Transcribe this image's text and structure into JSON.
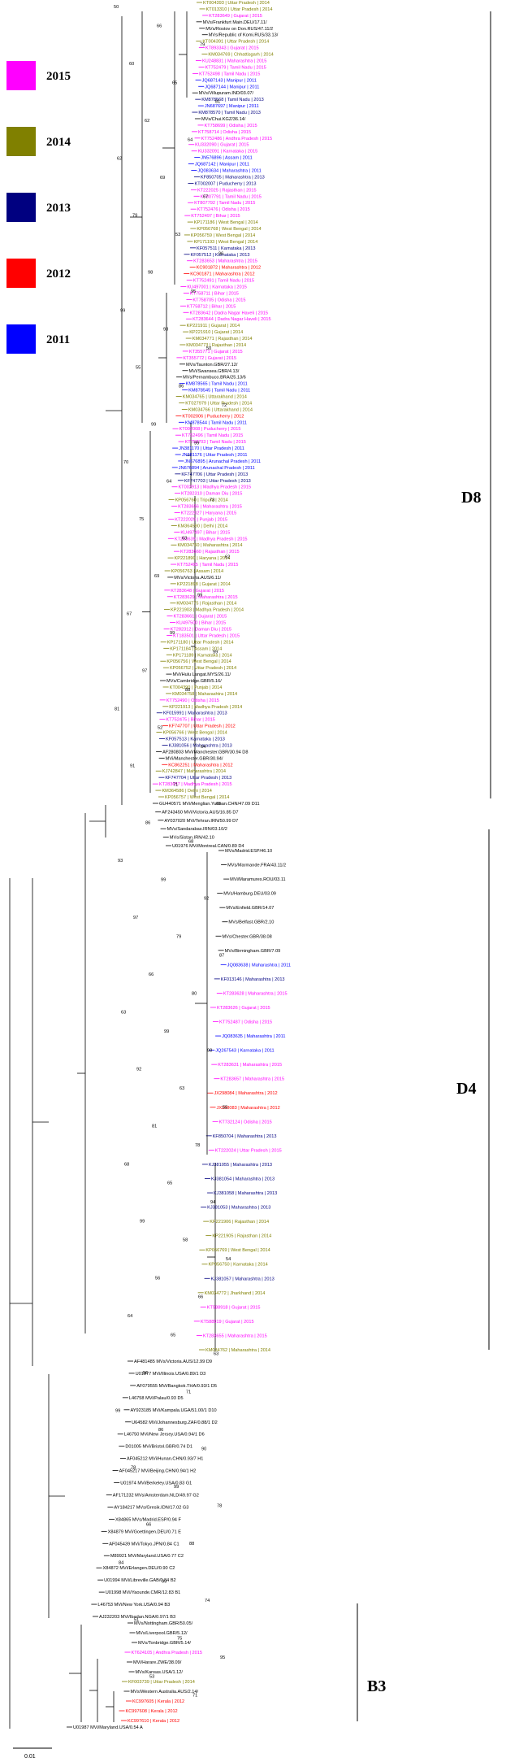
{
  "legend": [
    {
      "year": "2015",
      "color": "#ff00ff"
    },
    {
      "year": "2014",
      "color": "#808000"
    },
    {
      "year": "2013",
      "color": "#000080"
    },
    {
      "year": "2012",
      "color": "#ff0000"
    },
    {
      "year": "2011",
      "color": "#0000ff"
    }
  ],
  "colors": {
    "ref": "#000000",
    "y2015": "#ff00ff",
    "y2014": "#808000",
    "y2013": "#000080",
    "y2012": "#ff0000",
    "y2011": "#0000ff",
    "branch": "#000000"
  },
  "clade_labels": {
    "d8": "D8",
    "d4": "D4",
    "b3": "B3"
  },
  "scale_bar": "0.01",
  "leaves_d8": [
    {
      "t": "KT004393 | Uttar Pradesh | 2014",
      "c": "y2014"
    },
    {
      "t": "KT013310 | Uttar Pradesh | 2014",
      "c": "y2014"
    },
    {
      "t": "KT283649 | Gujarat | 2015",
      "c": "y2015"
    },
    {
      "t": "MVs/Frankfurt Main.DEU/17.11/",
      "c": "ref"
    },
    {
      "t": "MVs/Rostov on Don.RUS/47.11/2",
      "c": "ref"
    },
    {
      "t": "MVs/Republic of Komi.RUS/33.13/",
      "c": "ref"
    },
    {
      "t": "KT004391 | Uttar Pradesh | 2014",
      "c": "y2014"
    },
    {
      "t": "KT893343 | Gujarat | 2015",
      "c": "y2015"
    },
    {
      "t": "KM034769 | Chhattisgarh | 2014",
      "c": "y2014"
    },
    {
      "t": "KU248831 | Maharashtra | 2015",
      "c": "y2015"
    },
    {
      "t": "KT752479 | Tamil Nadu | 2015",
      "c": "y2015"
    },
    {
      "t": "KT752498 | Tamil Nadu | 2015",
      "c": "y2015"
    },
    {
      "t": "JQ687143 | Manipur | 2011",
      "c": "y2011"
    },
    {
      "t": "JQ687144 | Manipur | 2011",
      "c": "y2011"
    },
    {
      "t": "MVs/Villupuram.IND/03.07/",
      "c": "ref"
    },
    {
      "t": "KM878568 | Tamil Nadu | 2013",
      "c": "y2013"
    },
    {
      "t": "JN687697 | Manipur | 2011",
      "c": "y2011"
    },
    {
      "t": "KM878570 | Tamil Nadu | 2013",
      "c": "y2013"
    },
    {
      "t": "MVs/Chui.KGZ/36.14/",
      "c": "ref"
    },
    {
      "t": "KT758699 | Odisha | 2015",
      "c": "y2015"
    },
    {
      "t": "KT758714 | Odisha | 2015",
      "c": "y2015"
    },
    {
      "t": "KT752486 | Andhra Pradesh | 2015",
      "c": "y2015"
    },
    {
      "t": "KU332090 | Gujarat | 2015",
      "c": "y2015"
    },
    {
      "t": "KU332091 | Karnataka | 2015",
      "c": "y2015"
    },
    {
      "t": "JN576896 | Assam | 2011",
      "c": "y2011"
    },
    {
      "t": "JQ687142 | Manipur | 2011",
      "c": "y2011"
    },
    {
      "t": "JQ083634 | Maharashtra | 2011",
      "c": "y2011"
    },
    {
      "t": "KF850705 | Maharashtra | 2013",
      "c": "y2013"
    },
    {
      "t": "KT002007 | Puducherry | 2013",
      "c": "y2013"
    },
    {
      "t": "KT222025 | Rajasthan | 2015",
      "c": "y2015"
    },
    {
      "t": "KT807791 | Tamil Nadu | 2015",
      "c": "y2015"
    },
    {
      "t": "KT807792 | Tamil Nadu | 2015",
      "c": "y2015"
    },
    {
      "t": "KT752476 | Odisha | 2015",
      "c": "y2015"
    },
    {
      "t": "KT752497 | Bihar | 2015",
      "c": "y2015"
    },
    {
      "t": "KP171186 | West Bengal | 2014",
      "c": "y2014"
    },
    {
      "t": "KP056768 | West Bengal | 2014",
      "c": "y2014"
    },
    {
      "t": "KP056759 | West Bengal | 2014",
      "c": "y2014"
    },
    {
      "t": "KP171193 | West Bengal | 2014",
      "c": "y2014"
    },
    {
      "t": "KF057511 | Karnataka | 2013",
      "c": "y2013"
    },
    {
      "t": "KF057512 | Karnataka | 2013",
      "c": "y2013"
    },
    {
      "t": "KT283653 | Maharashtra | 2015",
      "c": "y2015"
    },
    {
      "t": "KC901872 | Maharashtra | 2012",
      "c": "y2012"
    },
    {
      "t": "KC901871 | Maharashtra | 2012",
      "c": "y2012"
    },
    {
      "t": "KT752491 | Tamil Nadu | 2015",
      "c": "y2015"
    },
    {
      "t": "KU497001 | Karnataka | 2015",
      "c": "y2015"
    },
    {
      "t": "KT758711 | Bihar | 2015",
      "c": "y2015"
    },
    {
      "t": "KT758705 | Odisha | 2015",
      "c": "y2015"
    },
    {
      "t": "KT758712 | Bihar | 2015",
      "c": "y2015"
    },
    {
      "t": "KT283642 | Dadra Nagar Haveli | 2015",
      "c": "y2015"
    },
    {
      "t": "KT283644 | Dadra Nagar Haveli | 2015",
      "c": "y2015"
    },
    {
      "t": "KP221911 | Gujarat | 2014",
      "c": "y2014"
    },
    {
      "t": "KP221910 | Gujarat | 2014",
      "c": "y2014"
    },
    {
      "t": "KM034771 | Rajasthan | 2014",
      "c": "y2014"
    },
    {
      "t": "KM034773 | Rajasthan | 2014",
      "c": "y2014"
    },
    {
      "t": "KT355771 | Gujarat | 2015",
      "c": "y2015"
    },
    {
      "t": "KT355772 | Gujarat | 2015",
      "c": "y2015"
    },
    {
      "t": "MVs/Taunton.GBR/27.12/",
      "c": "ref"
    },
    {
      "t": "MVi/Swansea.GBR/4.13/",
      "c": "ref"
    },
    {
      "t": "MVs/Pernambuco.BRA/25.13/6",
      "c": "ref"
    },
    {
      "t": "KM878565 | Tamil Nadu | 2011",
      "c": "y2011"
    },
    {
      "t": "KM878545 | Tamil Nadu | 2011",
      "c": "y2011"
    },
    {
      "t": "KM034765 | Uttarakhand | 2014",
      "c": "y2014"
    },
    {
      "t": "KT027979 | Uttar Pradesh | 2014",
      "c": "y2014"
    },
    {
      "t": "KM034766 | Uttarakhand | 2014",
      "c": "y2014"
    },
    {
      "t": "KT002006 | Puducherry | 2012",
      "c": "y2012"
    },
    {
      "t": "KM878544 | Tamil Nadu | 2011",
      "c": "y2011"
    },
    {
      "t": "KT002008 | Puducherry | 2015",
      "c": "y2015"
    },
    {
      "t": "KT752496 | Tamil Nadu | 2015",
      "c": "y2015"
    },
    {
      "t": "KT758703 | Tamil Nadu | 2015",
      "c": "y2015"
    },
    {
      "t": "JN381170 | Uttar Pradesh | 2011",
      "c": "y2011"
    },
    {
      "t": "JN381176 | Uttar Pradesh | 2011",
      "c": "y2011"
    },
    {
      "t": "JN676895 | Arunachal Pradesh | 2011",
      "c": "y2011"
    },
    {
      "t": "JN676894 | Arunachal Pradesh | 2011",
      "c": "y2011"
    },
    {
      "t": "KF747706 | Uttar Pradesh | 2013",
      "c": "y2013"
    },
    {
      "t": "KF747703 | Uttar Pradesh | 2013",
      "c": "y2013"
    },
    {
      "t": "KT002913 | Madhya Pradesh | 2015",
      "c": "y2015"
    },
    {
      "t": "KT282310 | Daman Diu | 2015",
      "c": "y2015"
    },
    {
      "t": "KP056760 | Tripura | 2014",
      "c": "y2014"
    },
    {
      "t": "KT283656 | Maharashtra | 2015",
      "c": "y2015"
    },
    {
      "t": "KT222027 | Haryana | 2015",
      "c": "y2015"
    },
    {
      "t": "KT222029 | Punjab | 2015",
      "c": "y2015"
    },
    {
      "t": "KM364590 | Delhi | 2014",
      "c": "y2014"
    },
    {
      "t": "KU497497 | Bihar | 2015",
      "c": "y2015"
    },
    {
      "t": "KT283639 | Madhya Pradesh | 2015",
      "c": "y2015"
    },
    {
      "t": "KM034760 | Maharashtra | 2014",
      "c": "y2014"
    },
    {
      "t": "KT283660 | Rajasthan | 2015",
      "c": "y2015"
    },
    {
      "t": "KP221890 | Haryana | 2014",
      "c": "y2014"
    },
    {
      "t": "KT752495 | Tamil Nadu | 2015",
      "c": "y2015"
    },
    {
      "t": "KP056763 | Assam | 2014",
      "c": "y2014"
    },
    {
      "t": "MVs/Victoria.AUS/6.11/",
      "c": "ref"
    },
    {
      "t": "KP221898 | Gujarat | 2014",
      "c": "y2014"
    },
    {
      "t": "KT283648 | Gujarat | 2015",
      "c": "y2015"
    },
    {
      "t": "KT283629 | Maharashtra | 2015",
      "c": "y2015"
    },
    {
      "t": "KM034775 | Rajasthan | 2014",
      "c": "y2014"
    },
    {
      "t": "KP221903 | Madhya Pradesh | 2014",
      "c": "y2014"
    },
    {
      "t": "KT283661 | Gujarat | 2015",
      "c": "y2015"
    },
    {
      "t": "KU497500 | Bihar | 2015",
      "c": "y2015"
    },
    {
      "t": "KT282312 | Daman Diu | 2015",
      "c": "y2015"
    },
    {
      "t": "KT183501 | Uttar Pradesh | 2015",
      "c": "y2015"
    },
    {
      "t": "KP171180 | Uttar Pradesh | 2014",
      "c": "y2014"
    },
    {
      "t": "KP171184 | Assam | 2014",
      "c": "y2014"
    },
    {
      "t": "KP171189 | Karnataka | 2014",
      "c": "y2014"
    },
    {
      "t": "KP056756 | West Bengal | 2014",
      "c": "y2014"
    },
    {
      "t": "KP056752 | Uttar Pradesh | 2014",
      "c": "y2014"
    },
    {
      "t": "MVi/Hulu Langat.MYS/26.11/",
      "c": "ref"
    },
    {
      "t": "MVs/Cambridge.GBR/5.16/",
      "c": "ref"
    },
    {
      "t": "KT004390 | Punjab | 2014",
      "c": "y2014"
    },
    {
      "t": "KM034758 | Maharashtra | 2014",
      "c": "y2014"
    },
    {
      "t": "KT752490 | Odisha | 2015",
      "c": "y2015"
    },
    {
      "t": "KP221913 | Madhya Pradesh | 2014",
      "c": "y2014"
    },
    {
      "t": "KF015991 | Maharashtra | 2013",
      "c": "y2013"
    },
    {
      "t": "KT752475 | Bihar | 2015",
      "c": "y2015"
    },
    {
      "t": "KF747707 | Uttar Pradesh | 2012",
      "c": "y2012"
    },
    {
      "t": "KP056766 | West Bengal | 2014",
      "c": "y2014"
    },
    {
      "t": "KF057513 | Karnataka | 2013",
      "c": "y2013"
    },
    {
      "t": "KJ381056 | Maharashtra | 2013",
      "c": "y2013"
    },
    {
      "t": "AF280803 MVi/Manchester.GBR/30.94 D8",
      "c": "ref"
    },
    {
      "t": "MVi/Manchester.GBR/30.94/",
      "c": "ref"
    },
    {
      "t": "KC862251 | Maharashtra | 2012",
      "c": "y2012"
    },
    {
      "t": "KJ742847 | Maharashtra | 2014",
      "c": "y2014"
    },
    {
      "t": "KF747704 | Uttar Pradesh | 2013",
      "c": "y2013"
    },
    {
      "t": "KT283657 | Madhya Pradesh | 2015",
      "c": "y2015"
    },
    {
      "t": "KM364586 | Delhi | 2014",
      "c": "y2014"
    },
    {
      "t": "KP056757 | West Bengal | 2014",
      "c": "y2014"
    }
  ],
  "leaves_mid": [
    {
      "t": "GU440571 MVi/Menglian.Yunnan.CHN/47.09 D11",
      "c": "ref"
    },
    {
      "t": "AF243450 MVi/Victoria.AUS/16.85 D7",
      "c": "ref"
    },
    {
      "t": "AY037020 MVi/Tehran.IRN/50.99 D7",
      "c": "ref"
    },
    {
      "t": "MVs/Sandarabas.IRN/03.10/2",
      "c": "ref"
    },
    {
      "t": "MVs/Sistan.IRN/42.10",
      "c": "ref"
    },
    {
      "t": "U01976 MVi/Montreal.CAN/0.89 D4",
      "c": "ref"
    }
  ],
  "leaves_d4": [
    {
      "t": "MVs/Madrid.ESP/46.10",
      "c": "ref"
    },
    {
      "t": "MVs/Marmande.FRA/43.11/2",
      "c": "ref"
    },
    {
      "t": "MVi/Maramures.ROU/03.11",
      "c": "ref"
    },
    {
      "t": "MVs/Hamburg.DEU/03.09",
      "c": "ref"
    },
    {
      "t": "MVs/Enfield.GBR/14.07",
      "c": "ref"
    },
    {
      "t": "MVs/Belfast.GBR/2.10",
      "c": "ref"
    },
    {
      "t": "MVs/Chester.GBR/38.08",
      "c": "ref"
    },
    {
      "t": "MVs/Birmingham.GBR/7.09",
      "c": "ref"
    },
    {
      "t": "JQ083638 | Maharashtra | 2011",
      "c": "y2011"
    },
    {
      "t": "KF013146 | Maharashtra | 2013",
      "c": "y2013"
    },
    {
      "t": "KT283628 | Maharashtra | 2015",
      "c": "y2015"
    },
    {
      "t": "KT283626 | Gujarat | 2015",
      "c": "y2015"
    },
    {
      "t": "KT752487 | Odisha | 2015",
      "c": "y2015"
    },
    {
      "t": "JQ083635 | Maharashtra | 2011",
      "c": "y2011"
    },
    {
      "t": "JQ267543 | Karnataka | 2011",
      "c": "y2011"
    },
    {
      "t": "KT283631 | Maharashtra | 2015",
      "c": "y2015"
    },
    {
      "t": "KT283657 | Maharashtra | 2015",
      "c": "y2015"
    },
    {
      "t": "JX298084 | Maharashtra | 2012",
      "c": "y2012"
    },
    {
      "t": "JX298083 | Maharashtra | 2012",
      "c": "y2012"
    },
    {
      "t": "KT732124 | Odisha | 2015",
      "c": "y2015"
    },
    {
      "t": "KF850704 | Maharashtra | 2013",
      "c": "y2013"
    },
    {
      "t": "KT222024 | Uttar Pradesh | 2015",
      "c": "y2015"
    },
    {
      "t": "KJ381055 | Maharashtra | 2013",
      "c": "y2013"
    },
    {
      "t": "KJ381054 | Maharashtra | 2013",
      "c": "y2013"
    },
    {
      "t": "KJ381058 | Maharashtra | 2013",
      "c": "y2013"
    },
    {
      "t": "KJ381053 | Maharashtra | 2013",
      "c": "y2013"
    },
    {
      "t": "KP221906 | Rajasthan | 2014",
      "c": "y2014"
    },
    {
      "t": "KP221905 | Rajasthan | 2014",
      "c": "y2014"
    },
    {
      "t": "KP056769 | West Bengal | 2014",
      "c": "y2014"
    },
    {
      "t": "KP056750 | Karnataka | 2014",
      "c": "y2014"
    },
    {
      "t": "KJ381057 | Maharashtra | 2013",
      "c": "y2013"
    },
    {
      "t": "KM034772 | Jharkhand | 2014",
      "c": "y2014"
    },
    {
      "t": "KT588918 | Gujarat | 2015",
      "c": "y2015"
    },
    {
      "t": "KT588919 | Gujarat | 2015",
      "c": "y2015"
    },
    {
      "t": "KT283655 | Maharashtra | 2015",
      "c": "y2015"
    },
    {
      "t": "KM034762 | Maharashtra | 2014",
      "c": "y2014"
    }
  ],
  "leaves_other": [
    {
      "t": "AF481485 MVs/Victoria.AUS/12.99 D9",
      "c": "ref"
    },
    {
      "t": "U01977 MVi/Illinois.USA/0.89/1 D3",
      "c": "ref"
    },
    {
      "t": "AF079555 MVi/Bangkok.THA/0.93/1 D5",
      "c": "ref"
    },
    {
      "t": "L46758 MVi/Palau/0.93 D5",
      "c": "ref"
    },
    {
      "t": "AY923185 MVi/Kampala.UGA/51.00/1 D10",
      "c": "ref"
    },
    {
      "t": "U64582 MVi/Johannesburg.ZAF/0.88/1 D2",
      "c": "ref"
    },
    {
      "t": "L46750 MVi/New Jersey.USA/0.94/1 D6",
      "c": "ref"
    },
    {
      "t": "D01005 MVi/Bristol.GBR/0.74 D1",
      "c": "ref"
    },
    {
      "t": "AF045212 MVi/Hunan.CHN/0.93/7 H1",
      "c": "ref"
    },
    {
      "t": "AF045217 MVi/Beijing.CHN/0.94/1 H2",
      "c": "ref"
    },
    {
      "t": "U01974 MVi/Berkeley.USA/0.83 G1",
      "c": "ref"
    },
    {
      "t": "AF171232 MVs/Amsterdam.NLD/49.97 G2",
      "c": "ref"
    },
    {
      "t": "AY184217 MVs/Gresik.IDN/17.02 G3",
      "c": "ref"
    },
    {
      "t": "X84865 MVs/Madrid.ESP/0.94 F",
      "c": "ref"
    },
    {
      "t": "X84879 MVi/Goettingen.DEU/0.71 E",
      "c": "ref"
    },
    {
      "t": "AF045439 MVi/Tokyo.JPN/0.84 C1",
      "c": "ref"
    },
    {
      "t": "M89921 MVi/Maryland.USA/0.77 C2",
      "c": "ref"
    },
    {
      "t": "X84872 MVi/Erlangen.DEU/0.90 C2",
      "c": "ref"
    },
    {
      "t": "U01994 MVi/Libreville.GAB/0.84 B2",
      "c": "ref"
    },
    {
      "t": "U01998 MVi/Yaounde.CMR/12.83 B1",
      "c": "ref"
    },
    {
      "t": "L46753 MVi/New York.USA/0.94 B3",
      "c": "ref"
    },
    {
      "t": "AJ232203 MVi/Ibadan.NGA/0.97/1 B3",
      "c": "ref"
    }
  ],
  "leaves_b3": [
    {
      "t": "MVs/Nottingham.GBR/50.05/",
      "c": "ref"
    },
    {
      "t": "MVs/Liverpool.GBR/5.12/",
      "c": "ref"
    },
    {
      "t": "MVs/Tonbridge.GBR/5.14/",
      "c": "ref"
    },
    {
      "t": "KT624105 | Andhra Pradesh | 2015",
      "c": "y2015"
    },
    {
      "t": "MVi/Harare.ZWE/38.09/",
      "c": "ref"
    },
    {
      "t": "MVs/Kansas.USA/1.12/",
      "c": "ref"
    },
    {
      "t": "KF003739 | Uttar Pradesh | 2014",
      "c": "y2014"
    },
    {
      "t": "MVs/Western Australia.AUS/2.14/",
      "c": "ref"
    },
    {
      "t": "KC997605 | Kerala | 2012",
      "c": "y2012"
    },
    {
      "t": "KC997608 | Kerala | 2012",
      "c": "y2012"
    },
    {
      "t": "KC997610 | Kerala | 2012",
      "c": "y2012"
    }
  ],
  "leaves_tail": [
    {
      "t": "U01987 MVi/Maryland.USA/0.54 A",
      "c": "ref"
    }
  ],
  "bootstraps": [
    "50",
    "66",
    "79",
    "60",
    "65",
    "81",
    "62",
    "64",
    "62",
    "69",
    "67",
    "79",
    "53",
    "96",
    "98",
    "95",
    "99",
    "98",
    "50",
    "55",
    "86",
    "72",
    "99",
    "99",
    "70",
    "64",
    "73",
    "75",
    "63",
    "62",
    "69",
    "99",
    "67",
    "99",
    "99",
    "97",
    "88",
    "81",
    "52",
    "64",
    "91",
    "71",
    "65",
    "86",
    "68",
    "93",
    "99",
    "92",
    "97",
    "79",
    "87",
    "66",
    "80",
    "63",
    "99",
    "98",
    "92",
    "63",
    "55",
    "81",
    "78",
    "68",
    "65",
    "94",
    "99",
    "58",
    "54",
    "56",
    "66",
    "64",
    "65",
    "63",
    "56",
    "71",
    "99",
    "86",
    "90",
    "78",
    "99",
    "78",
    "66",
    "88",
    "84",
    "99",
    "74",
    "51",
    "75",
    "95",
    "53",
    "71"
  ]
}
